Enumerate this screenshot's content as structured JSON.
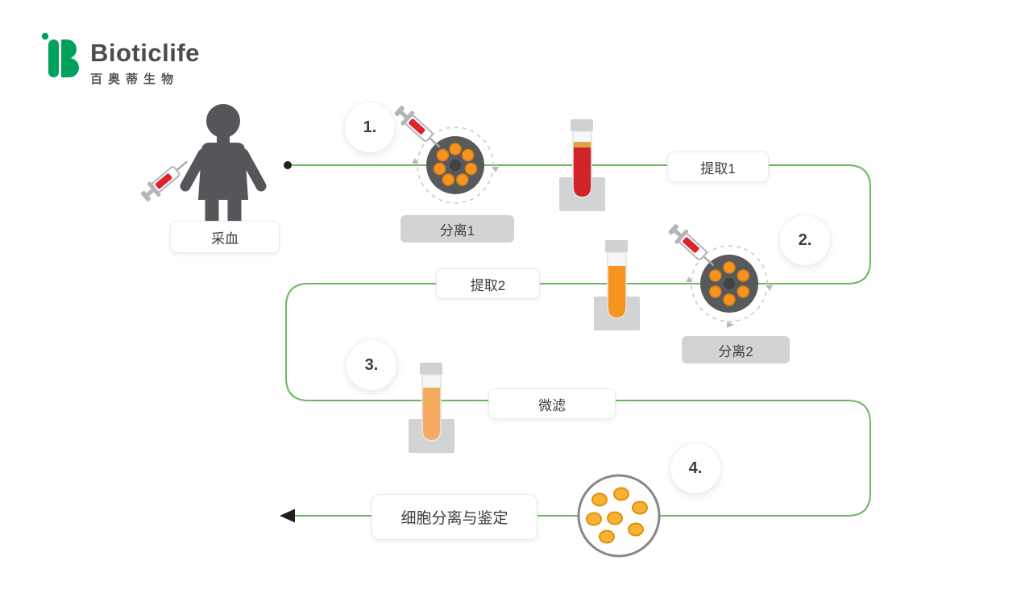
{
  "logo": {
    "title": "Bioticlife",
    "subtitle": "百奥蒂生物"
  },
  "badges": {
    "n1": "1.",
    "n2": "2.",
    "n3": "3.",
    "n4": "4."
  },
  "labels": {
    "collect": "采血",
    "separate1": "分离1",
    "extract1": "提取1",
    "separate2": "分离2",
    "extract2": "提取2",
    "filter": "微滤",
    "identify": "细胞分离与鉴定"
  },
  "colors": {
    "brand_green": "#00a25b",
    "flow_line_green": "#6ab95e",
    "figure_dark_gray": "#54565a",
    "centrifuge_gray": "#58595b",
    "accent_orange": "#f7941d",
    "blood_red": "#d0232a",
    "filtered_orange": "#f6ad63",
    "cell_yellow": "#f9b233",
    "holder_light_gray": "#d1d3d4"
  }
}
